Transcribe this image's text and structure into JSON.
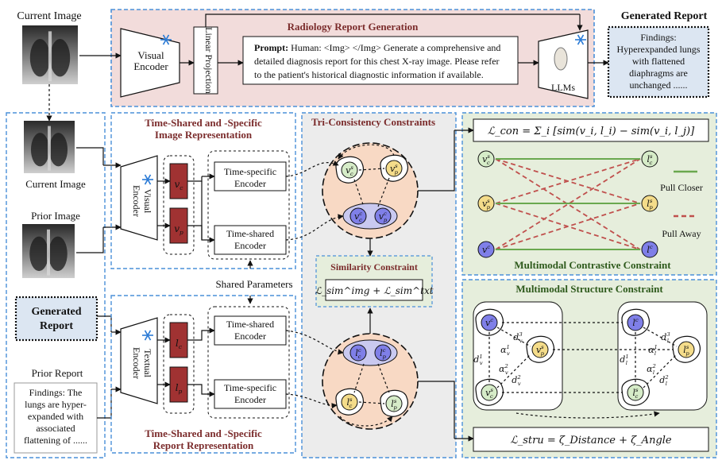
{
  "top": {
    "current_image_label": "Current Image",
    "rrg_title": "Radiology Report Generation",
    "visual_encoder": "Visual Encoder",
    "visual_encoder_lines": [
      "Visual",
      "Encoder"
    ],
    "linear_projection": "Linear Projection",
    "prompt_lines": [
      [
        "Prompt:",
        " Human: <Img> </Img> Generate a comprehensive and"
      ],
      [
        "",
        "detailed diagnosis report for this chest X-ray image. Please refer"
      ],
      [
        "",
        "to the patient's historical diagnostic information if available."
      ]
    ],
    "llms": "LLMs",
    "generated_report_title": "Generated Report",
    "findings_lines": [
      "Findings:",
      "Hyperexpanded lungs",
      "with flattened",
      "diaphragms are",
      "unchanged ......"
    ]
  },
  "left": {
    "current_image": "Current Image",
    "prior_image": "Prior Image",
    "generated_report_lines": [
      "Generated",
      "Report"
    ],
    "prior_report": "Prior Report",
    "prior_findings_lines": [
      "Findings: The",
      "lungs are hyper-",
      "expanded with",
      "associated",
      "flattening of ......"
    ]
  },
  "image_rep": {
    "title_lines": [
      "Time-Shared and -Specific",
      "Image Representation"
    ],
    "encoder_lines": [
      "Visual",
      "Encoder"
    ],
    "vec_c": "v",
    "vec_c_sub": "c",
    "vec_p": "v",
    "vec_p_sub": "p",
    "specific_lines": [
      "Time-specific",
      "Encoder"
    ],
    "shared_lines": [
      "Time-shared",
      "Encoder"
    ]
  },
  "shared_params": "Shared Parameters",
  "report_rep": {
    "title_lines": [
      "Time-Shared and -Specific",
      "Report Representation"
    ],
    "encoder_lines": [
      "Textual",
      "Encoder"
    ],
    "vec_c": "l",
    "vec_c_sub": "c",
    "vec_p": "l",
    "vec_p_sub": "p",
    "shared_lines": [
      "Time-shared",
      "Encoder"
    ],
    "specific_lines": [
      "Time-specific",
      "Encoder"
    ]
  },
  "tri": {
    "title": "Tri-Consistency Constraints",
    "similarity_title": "Similarity Constraint",
    "similarity_formula": "ℒ_sim^img + ℒ_sim^txt"
  },
  "contrastive": {
    "formula": "ℒ_con = Σ_i [sim(v_i, l_i) − sim(v_i, l_j)]",
    "legend_closer": "Pull Closer",
    "legend_away": "Pull Away",
    "title": "Multimodal Contrastive Constraint",
    "colors": {
      "closer": "#6aa84f",
      "away": "#c0504d"
    }
  },
  "structure": {
    "title": "Multimodal Structure Constraint",
    "formula": "ℒ_stru = ζ_Distance + ζ_Angle"
  },
  "colors": {
    "rrg_bg": "#f2dcdb",
    "dashed_blue": "#4a90d9",
    "dark_red": "#7b2c2c",
    "embed_red": "#a03232",
    "tri_bg": "#ececec",
    "green_bg": "#e6eedc",
    "peach": "#f8d9c4",
    "lavender": "#c9c9f0",
    "node_green": "#d6ecc8",
    "node_yellow": "#f4dc8a",
    "node_blue": "#7f7fe8"
  }
}
